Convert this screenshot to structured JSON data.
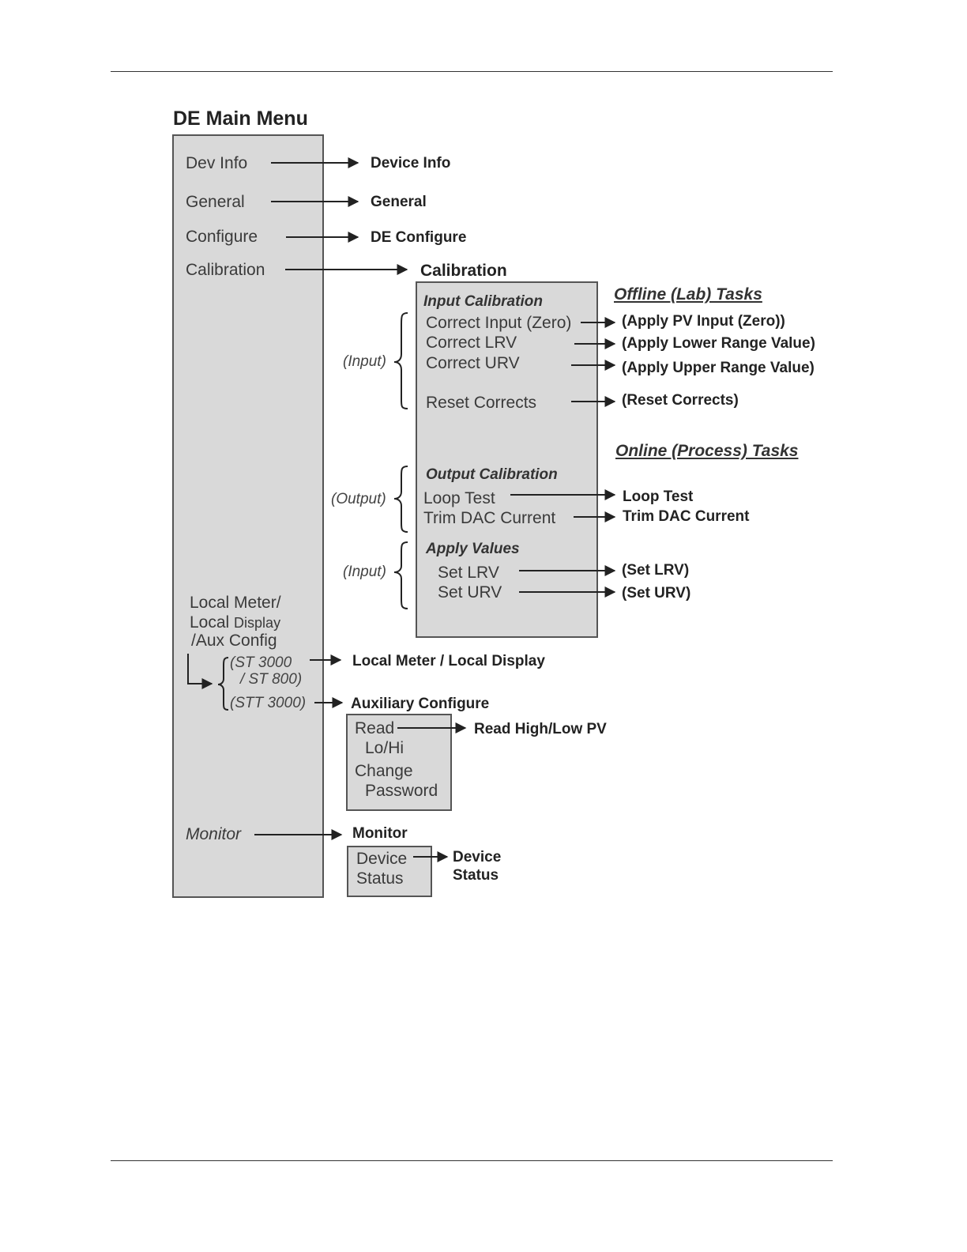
{
  "title": "DE Main Menu",
  "main_menu": {
    "dev_info": "Dev Info",
    "general": "General",
    "configure": "Configure",
    "calibration": "Calibration",
    "local_meter_1": "Local Meter",
    "local_meter_slash": "/",
    "local_meter_2a": "Local",
    "local_meter_2b": "Display",
    "local_meter_3": "/Aux Config",
    "st3000": "(ST 3000",
    "st800": "/ ST 800)",
    "stt3000": "(STT 3000)",
    "monitor": "Monitor"
  },
  "targets": {
    "device_info": "Device Info",
    "general": "General",
    "de_configure": "DE Configure",
    "calibration": "Calibration",
    "local_meter_display": "Local Meter / Local Display",
    "auxiliary_configure": "Auxiliary Configure",
    "monitor": "Monitor"
  },
  "calibration_box": {
    "input_calibration": "Input Calibration",
    "correct_input_zero": "Correct Input (Zero)",
    "correct_lrv": "Correct LRV",
    "correct_urv": "Correct URV",
    "reset_corrects": "Reset Corrects",
    "output_calibration": "Output Calibration",
    "loop_test": "Loop Test",
    "trim_dac_current": "Trim DAC Current",
    "apply_values": "Apply Values",
    "set_lrv": "Set LRV",
    "set_urv": "Set URV"
  },
  "bracket_labels": {
    "input_1": "(Input)",
    "output": "(Output)",
    "input_2": "(Input)"
  },
  "offline_tasks": {
    "heading": "Offline (Lab) Tasks",
    "apply_pv_input": "(Apply PV Input (Zero))",
    "apply_lower": "(Apply Lower Range Value)",
    "apply_upper": "(Apply Upper Range Value)",
    "reset_corrects": "(Reset Corrects)"
  },
  "online_tasks": {
    "heading": "Online (Process) Tasks",
    "loop_test": "Loop Test",
    "trim_dac_current": "Trim DAC Current",
    "set_lrv": "(Set LRV)",
    "set_urv": "(Set URV)"
  },
  "aux_box": {
    "read": "Read",
    "lohi": "Lo/Hi",
    "change": "Change",
    "password": "Password",
    "read_high_low_pv": "Read High/Low PV"
  },
  "monitor_box": {
    "device": "Device",
    "status": "Status",
    "target_device": "Device",
    "target_status": "Status"
  }
}
